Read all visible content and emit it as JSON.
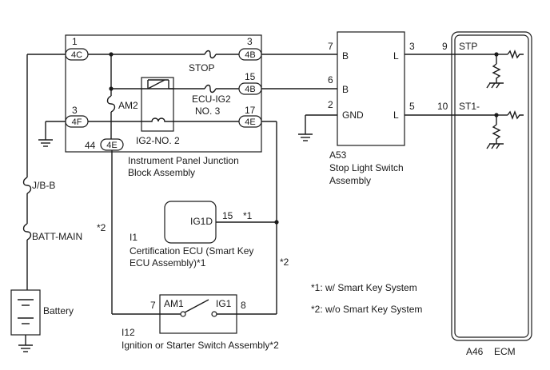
{
  "jb": {
    "name_line1": "Instrument Panel Junction",
    "name_line2": "Block Assembly",
    "pins": [
      {
        "num": "1",
        "conn": "4C"
      },
      {
        "num": "3",
        "conn": "4F"
      },
      {
        "num": "44",
        "conn": "4E"
      },
      {
        "num": "3",
        "conn": "4B"
      },
      {
        "num": "15",
        "conn": "4B"
      },
      {
        "num": "17",
        "conn": "4E"
      }
    ],
    "fuse_stop": "STOP",
    "fuse_am2": "AM2",
    "fuse_ecu_line1": "ECU-IG2",
    "fuse_ecu_line2": "NO. 3",
    "relay": "IG2-NO. 2"
  },
  "a53": {
    "code": "A53",
    "name_line1": "Stop Light Switch",
    "name_line2": "Assembly",
    "pins": [
      {
        "num": "7",
        "label": "B"
      },
      {
        "num": "6",
        "label": "B"
      },
      {
        "num": "2",
        "label": "GND"
      },
      {
        "num": "3",
        "label": "L"
      },
      {
        "num": "5",
        "label": "L"
      }
    ]
  },
  "ecm": {
    "code": "A46",
    "name": "ECM",
    "pins": [
      {
        "num": "9",
        "label": "STP"
      },
      {
        "num": "10",
        "label": "ST1-"
      }
    ]
  },
  "i1": {
    "code": "I1",
    "name_line1": "Certification ECU (Smart Key",
    "name_line2": "ECU Assembly)*1",
    "pin_label": "IG1D",
    "pin_num": "15",
    "note": "*1"
  },
  "i12": {
    "code": "I12",
    "name": "Ignition or Starter Switch Assembly*2",
    "left_pin_num": "7",
    "left_pin_label": "AM1",
    "right_pin_label": "IG1",
    "right_pin_num": "8"
  },
  "left": {
    "fuse_jb": "J/B-B",
    "fuse_batt": "BATT-MAIN",
    "battery": "Battery",
    "note": "*2"
  },
  "right_note": "*2",
  "legend": [
    "*1: w/ Smart Key System",
    "*2: w/o Smart Key System"
  ]
}
